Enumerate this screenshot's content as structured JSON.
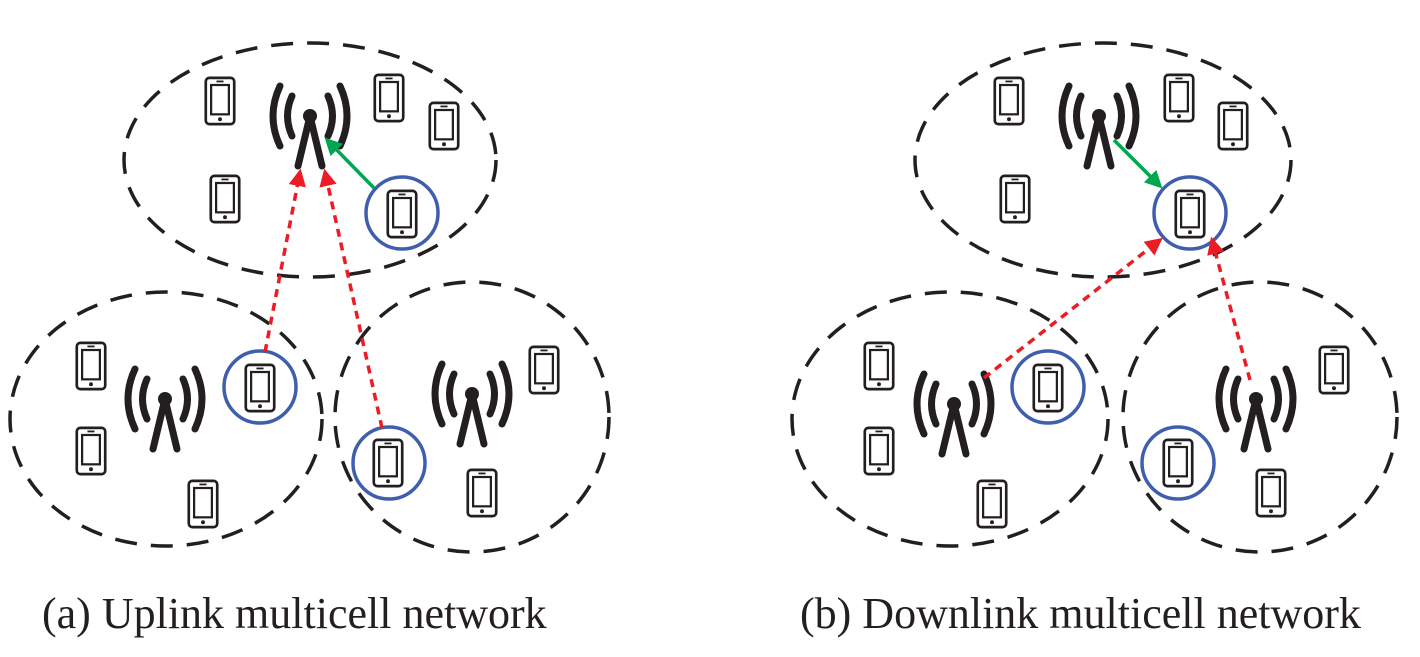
{
  "panels": [
    {
      "caption": "(a) Uplink multicell network",
      "mode": "uplink",
      "colors": {
        "cell_border": "#231f20",
        "desired_link": "#00a651",
        "interference_link": "#ed1c24",
        "highlight_circle": "#3f5fae",
        "device": "#231f20"
      }
    },
    {
      "caption": "(b) Downlink multicell network",
      "mode": "downlink",
      "colors": {
        "cell_border": "#231f20",
        "desired_link": "#00a651",
        "interference_link": "#ed1c24",
        "highlight_circle": "#3f5fae",
        "device": "#231f20"
      }
    }
  ],
  "icons": {
    "base_station": "antenna-tower-icon",
    "user_device": "smartphone-icon"
  }
}
